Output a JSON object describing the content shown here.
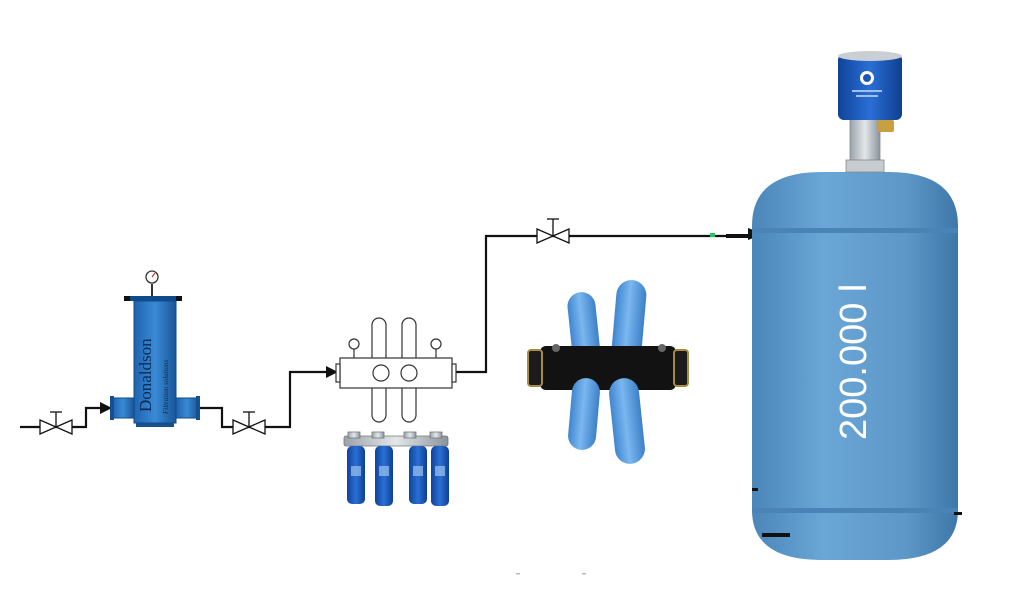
{
  "housing_filter": {
    "brand": "Donaldson",
    "tagline": "Filtration solutions"
  },
  "tank": {
    "capacity_label": "200.000 l"
  },
  "colors": {
    "pipe": "#111111",
    "filter_blue": "#2a76c4",
    "filter_dark": "#14508f",
    "tank_body": "#5f9ac8",
    "tank_band": "#4f8cbf",
    "element_blue": "#5aa0e6",
    "breather_blue": "#1b57b5"
  },
  "icons": {
    "valve": "gate-valve-icon",
    "gauge": "pressure-gauge-icon",
    "arrow": "flow-arrow-icon"
  }
}
